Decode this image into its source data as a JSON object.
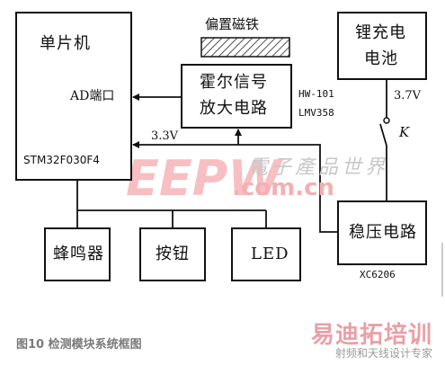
{
  "diagram": {
    "mcu": {
      "title": "单片机",
      "port": "AD端口",
      "model": "STM32F030F4"
    },
    "magnet": {
      "label": "偏置磁铁"
    },
    "hall": {
      "line1": "霍尔信号",
      "line2": "放大电路",
      "chip1": "HW-101",
      "chip2": "LMV358"
    },
    "battery": {
      "line1": "锂充电",
      "line2": "电池"
    },
    "voltage_battery": "3.7V",
    "switch_label": "K",
    "voltage_supply": "3.3V",
    "regulator": {
      "label": "稳压电路",
      "chip": "XC6206"
    },
    "buzzer": {
      "label": "蜂鸣器"
    },
    "button": {
      "label": "按钮"
    },
    "led": {
      "label": "LED"
    }
  },
  "caption": "图10  检测模块系统框图",
  "watermark": {
    "logo_text": "EEPW",
    "cn": "電子產品世界",
    "url": ".com.cn",
    "brand": "易迪拓培训",
    "brand_sub": "射频和天线设计专家"
  },
  "colors": {
    "line": "#111111",
    "watermark_red": "#f3b0b3",
    "caption_gray": "#7a7a7a"
  }
}
